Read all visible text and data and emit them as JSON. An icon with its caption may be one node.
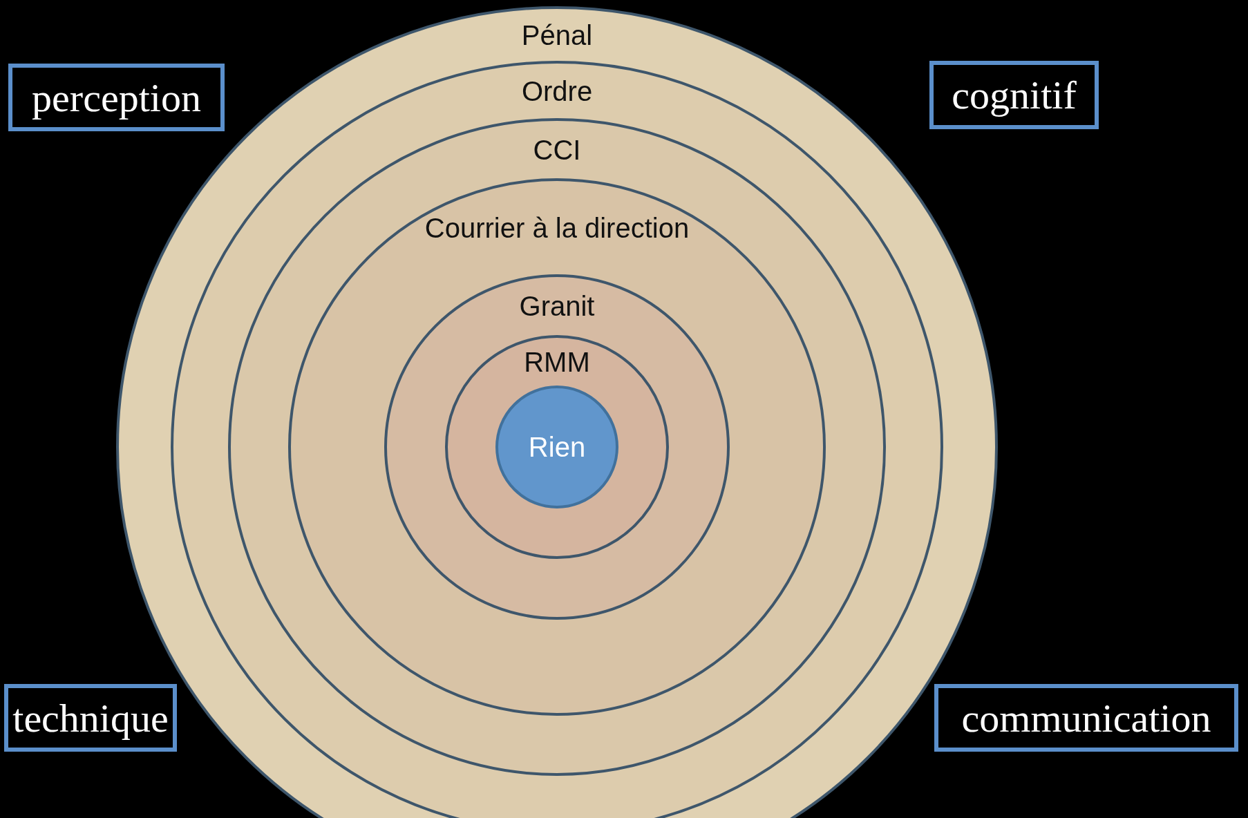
{
  "diagram": {
    "nodes": [
      {
        "text": [
          "Pénal"
        ]
      },
      {
        "text": [
          "Ordre"
        ],
        "in": 0
      },
      {
        "text": [
          "CCI"
        ],
        "in": 1
      },
      {
        "text": [
          "Courrier à la direction"
        ],
        "in": 2
      },
      {
        "text": [
          "Granit"
        ],
        "in": 3
      },
      {
        "text": [
          "RMM"
        ],
        "in": 4
      },
      {
        "text": [
          "Rien"
        ],
        "in": 5
      },
      {
        "text": [
          "perception"
        ]
      },
      {
        "text": [
          "cognitif"
        ]
      },
      {
        "text": [
          "technique"
        ]
      },
      {
        "text": [
          "communication"
        ]
      }
    ],
    "edges": []
  }
}
